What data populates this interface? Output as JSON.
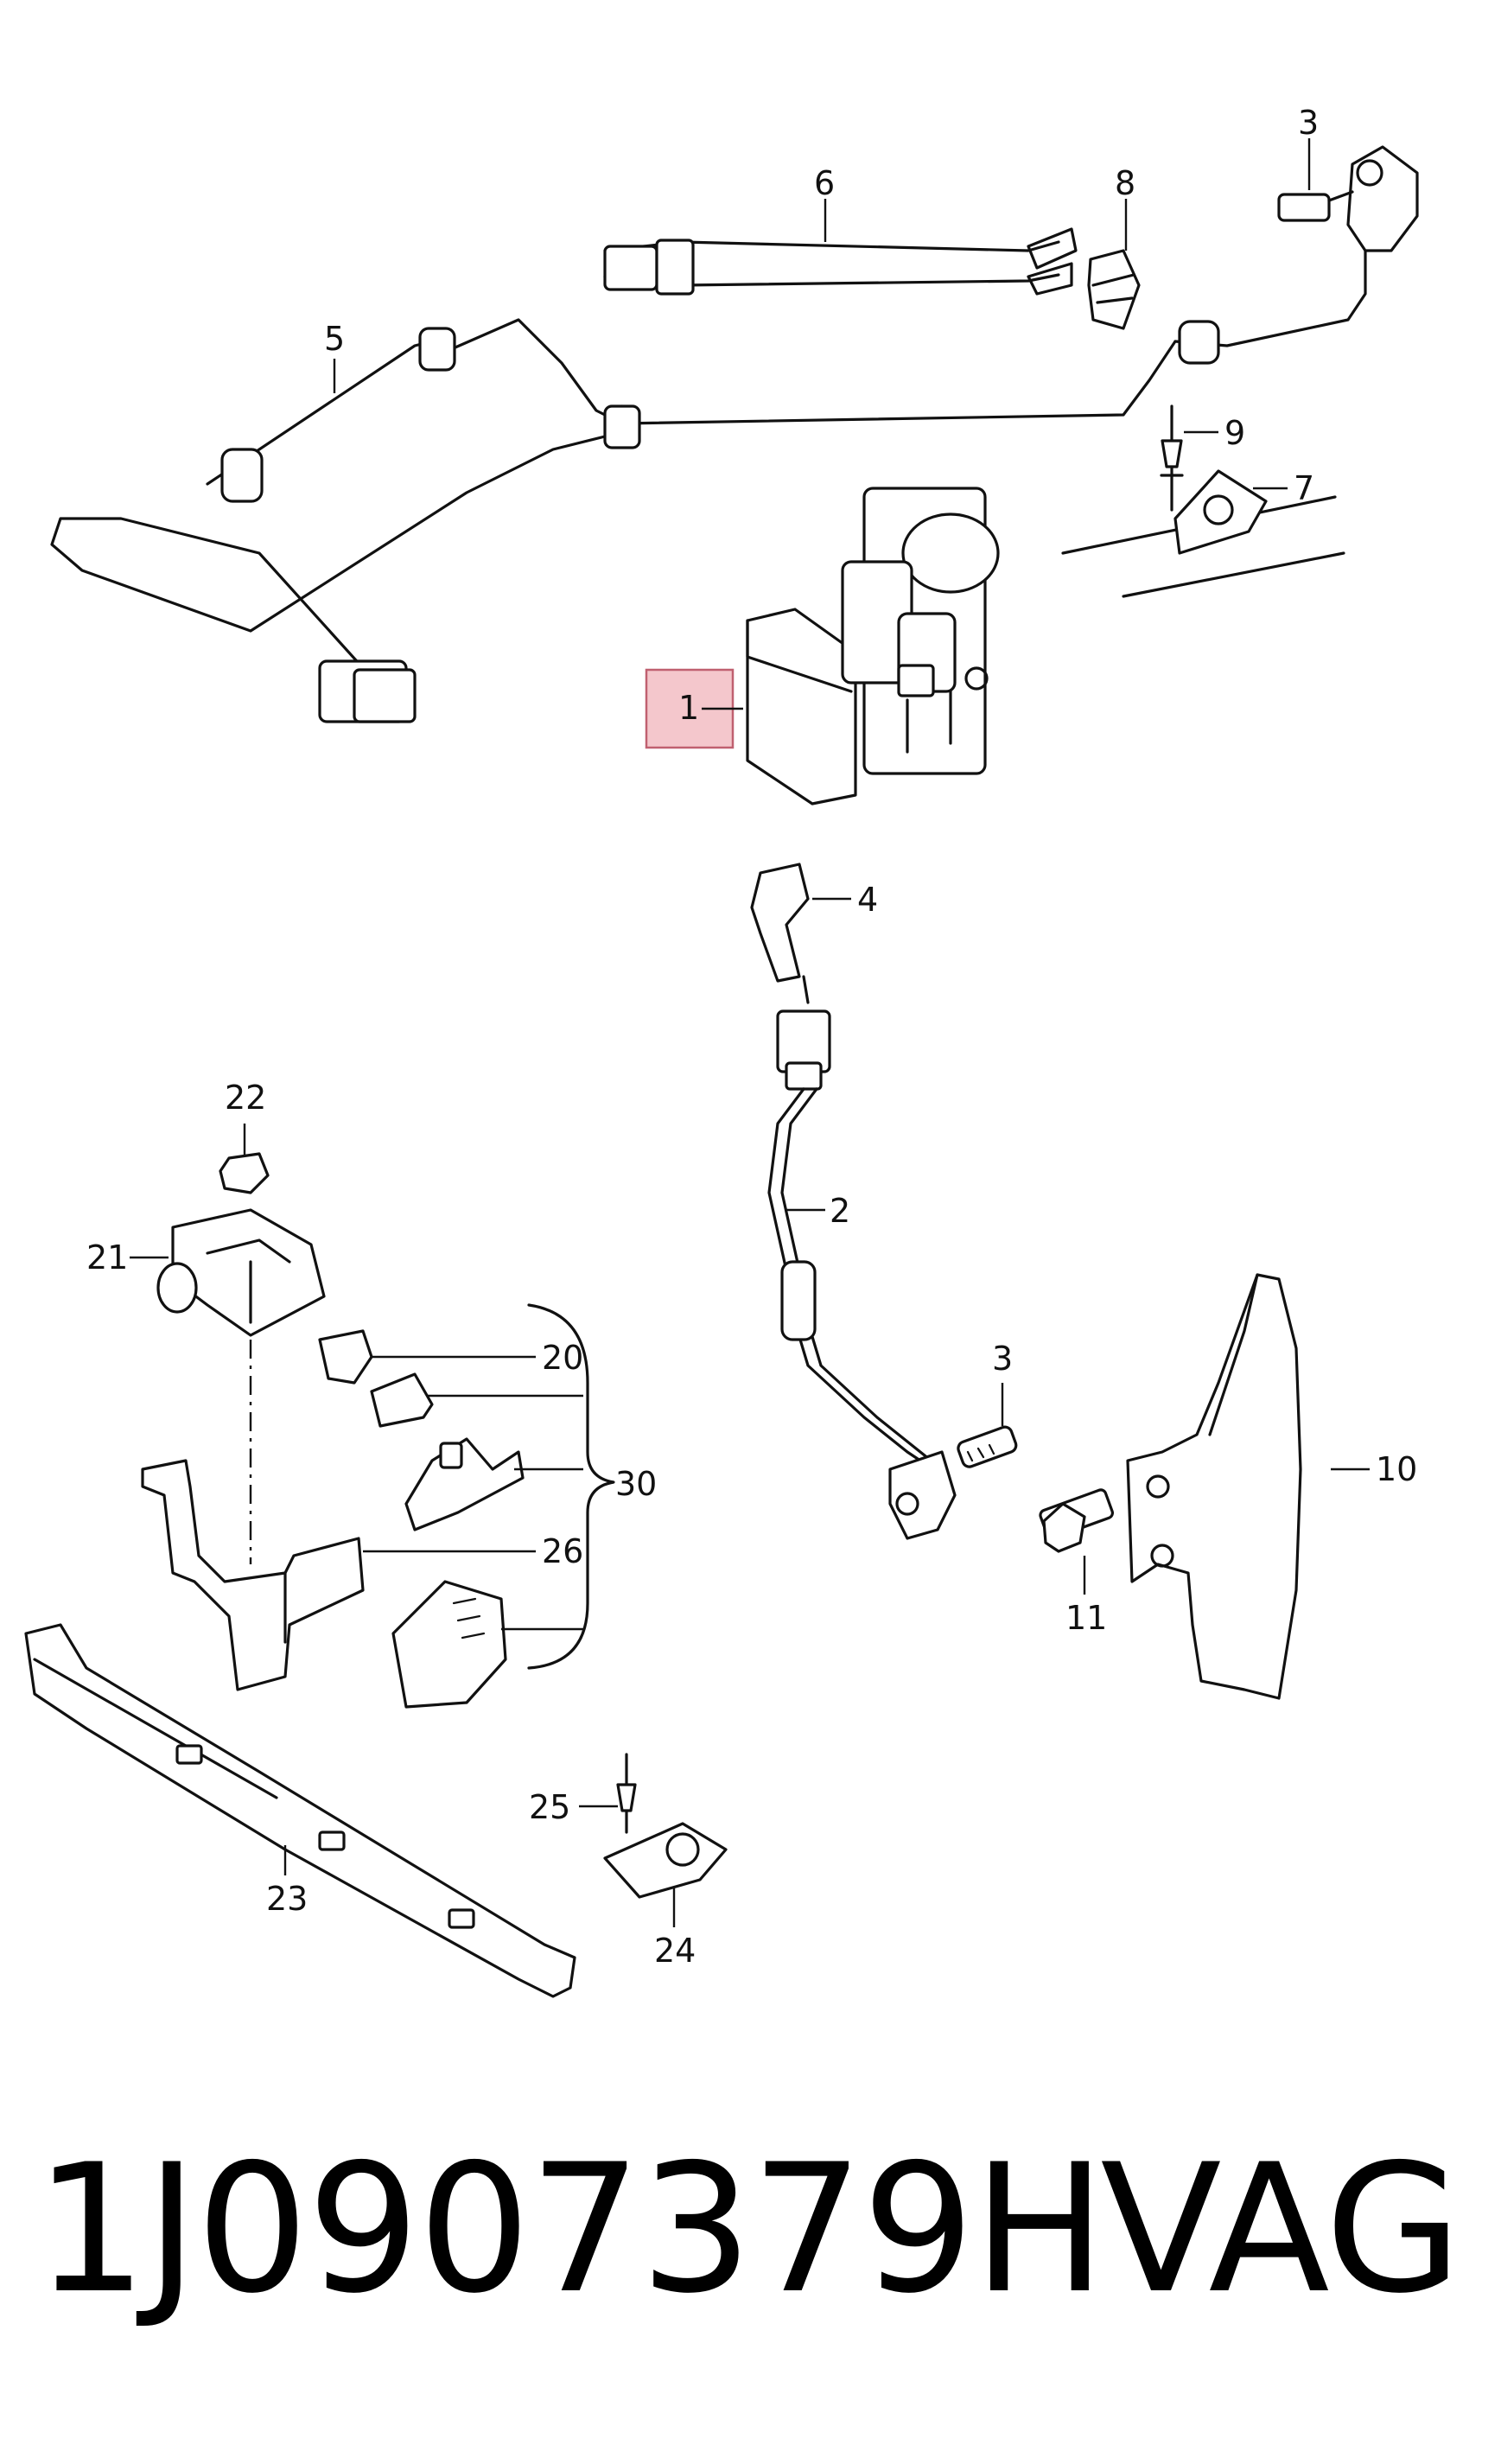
{
  "callouts": {
    "c1": "1",
    "c2": "2",
    "c3a": "3",
    "c3b": "3",
    "c4": "4",
    "c5": "5",
    "c6": "6",
    "c7": "7",
    "c8": "8",
    "c9": "9",
    "c10": "10",
    "c11": "11",
    "c20": "20",
    "c21": "21",
    "c22": "22",
    "c23": "23",
    "c24": "24",
    "c25": "25",
    "c26": "26",
    "c30": "30"
  },
  "highlight_color": "#f4c7cc",
  "footer": {
    "part_number": "1J0907379H",
    "brand": "VAG"
  }
}
